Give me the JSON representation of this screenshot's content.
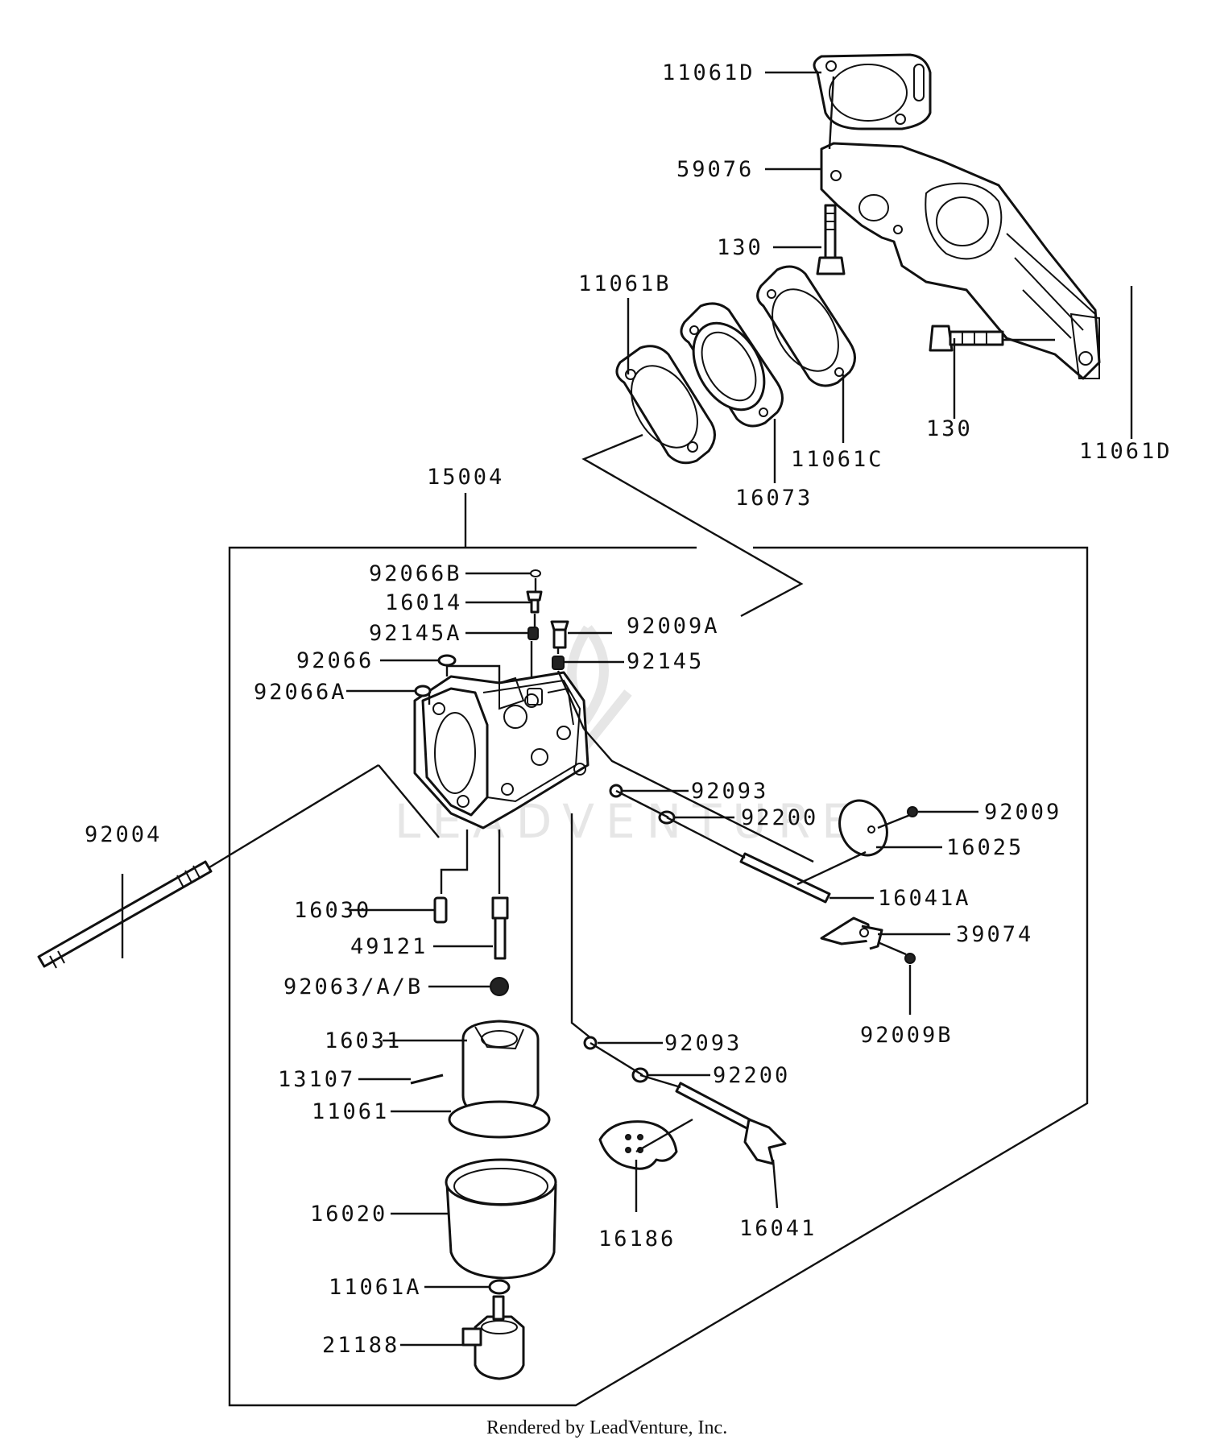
{
  "watermark": "LEADVENTURE",
  "footer": "Rendered by LeadVenture, Inc.",
  "labels": {
    "l11061D_top": "11061D",
    "l59076": "59076",
    "l130_a": "130",
    "l11061B": "11061B",
    "l130_b": "130",
    "l11061C": "11061C",
    "l11061D_right": "11061D",
    "l16073": "16073",
    "l15004": "15004",
    "l92066B": "92066B",
    "l16014": "16014",
    "l92009A": "92009A",
    "l92145A": "92145A",
    "l92145": "92145",
    "l92066": "92066",
    "l92066A": "92066A",
    "l92093_a": "92093",
    "l92200_a": "92200",
    "l92009": "92009",
    "l16025": "16025",
    "l92004": "92004",
    "l16041A": "16041A",
    "l16030": "16030",
    "l39074": "39074",
    "l49121": "49121",
    "l92063": "92063/A/B",
    "l92009B": "92009B",
    "l16031": "16031",
    "l92093_b": "92093",
    "l92200_b": "92200",
    "l13107": "13107",
    "l11061": "11061",
    "l16020": "16020",
    "l16186": "16186",
    "l16041": "16041",
    "l11061A": "11061A",
    "l21188": "21188"
  }
}
